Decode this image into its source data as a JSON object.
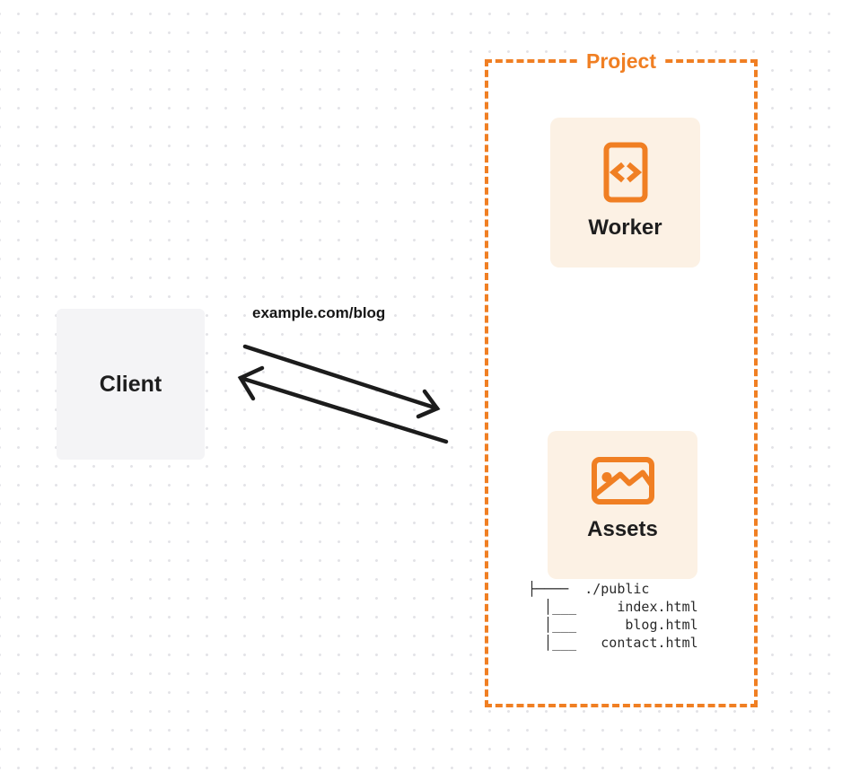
{
  "client": {
    "label": "Client"
  },
  "request": {
    "url_label": "example.com/blog"
  },
  "project": {
    "title": "Project",
    "worker": {
      "label": "Worker"
    },
    "assets": {
      "label": "Assets"
    },
    "file_tree": {
      "lines": [
        "├────  ./public",
        "  │___     index.html",
        "  │___      blog.html",
        "  │___   contact.html"
      ]
    }
  },
  "colors": {
    "accent_orange": "#f07f23",
    "card_background": "#fcf1e4",
    "client_background": "#f4f4f6",
    "arrow": "#1c1c1c",
    "text_dark": "#1e1e1e",
    "dot_grid": "#e3e3e7"
  }
}
